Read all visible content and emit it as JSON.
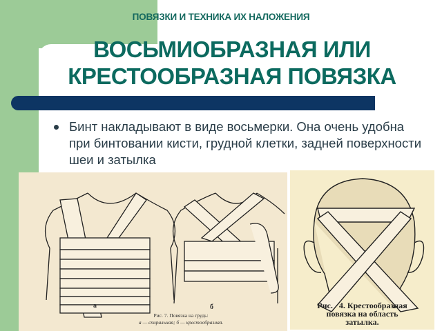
{
  "slide": {
    "subtitle": "ПОВЯЗКИ И ТЕХНИКА ИХ НАЛОЖЕНИЯ",
    "title_line1": "ВОСЬМИОБРАЗНАЯ ИЛИ",
    "title_line2": "КРЕСТООБРАЗНАЯ ПОВЯЗКА",
    "bullet": "Бинт накладывают в виде восьмерки. Она очень удобна при бинтовании кисти, грудной клетки, задней поверхности шеи и затылка"
  },
  "figure_left": {
    "label_a": "а",
    "label_b": "б",
    "caption_line1": "Рис. 7. Повязка на грудь:",
    "caption_line2": "а — спиральная; б — крестообразная."
  },
  "figure_right": {
    "caption_line1": "Рис.   4. Крестообразная",
    "caption_line2": "повязка на область",
    "caption_line3": "затылка."
  },
  "colors": {
    "green": "#9ccb97",
    "teal_text": "#0c6a5f",
    "navy_bar": "#0d3563"
  }
}
